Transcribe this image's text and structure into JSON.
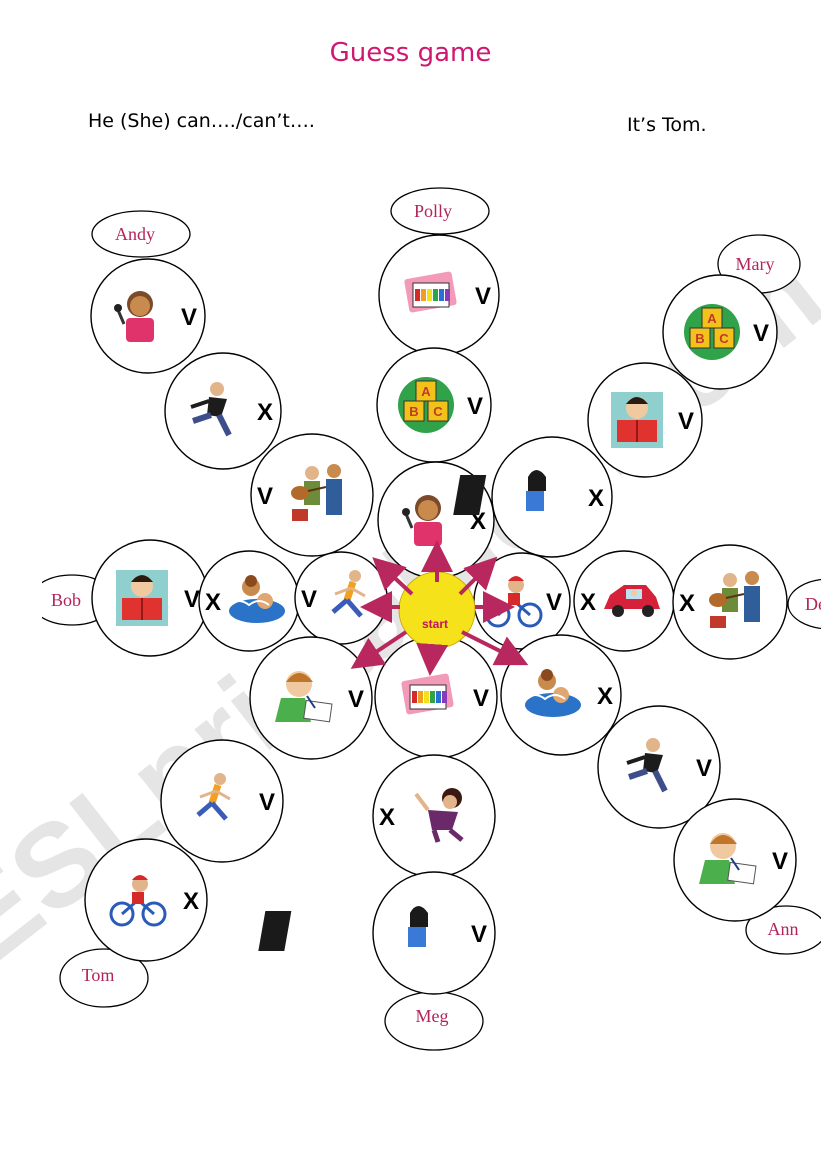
{
  "title": "Guess game",
  "subtitle_left": "He (She) can…./can’t….",
  "subtitle_right": "It’s Tom.",
  "start_label": "start",
  "watermark": "ESLprintables.com",
  "names": [
    "Andy",
    "Polly",
    "Mary",
    "Bob",
    "De",
    "Tom",
    "Meg",
    "Ann"
  ],
  "marks": {
    "can": "V",
    "cant": "X"
  },
  "colors": {
    "title": "#d01870",
    "name_text": "#b3245a",
    "arrow": "#b8285e",
    "start_fill": "#f5e21b"
  },
  "circles": [
    {
      "activity": "sing",
      "mark": "V"
    },
    {
      "activity": "dance",
      "mark": "X"
    },
    {
      "activity": "play-guitar",
      "mark": "V"
    },
    {
      "activity": "paint",
      "mark": "V"
    },
    {
      "activity": "abc",
      "mark": "V"
    },
    {
      "activity": "sing",
      "mark": "X"
    },
    {
      "activity": "abc",
      "mark": "V"
    },
    {
      "activity": "read",
      "mark": "V"
    },
    {
      "activity": "play-piano",
      "mark": "X"
    },
    {
      "activity": "read",
      "mark": "V"
    },
    {
      "activity": "swim",
      "mark": "X"
    },
    {
      "activity": "run",
      "mark": "V"
    },
    {
      "activity": "ride-bike",
      "mark": "V"
    },
    {
      "activity": "drive-car",
      "mark": "X"
    },
    {
      "activity": "play-guitar",
      "mark": "X"
    },
    {
      "activity": "write",
      "mark": "V"
    },
    {
      "activity": "paint",
      "mark": "V"
    },
    {
      "activity": "swim",
      "mark": "X"
    },
    {
      "activity": "run",
      "mark": "V"
    },
    {
      "activity": "jump",
      "mark": "X"
    },
    {
      "activity": "dance",
      "mark": "V"
    },
    {
      "activity": "ride-bike",
      "mark": "X"
    },
    {
      "activity": "play-piano",
      "mark": "V"
    },
    {
      "activity": "write",
      "mark": "V"
    }
  ]
}
